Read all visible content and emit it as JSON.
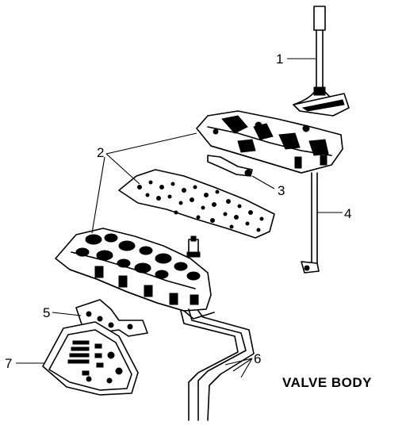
{
  "title": "VALVE BODY",
  "callouts": {
    "c1": "1",
    "c2": "2",
    "c3": "3",
    "c4": "4",
    "c5": "5",
    "c6": "6",
    "c7": "7"
  }
}
